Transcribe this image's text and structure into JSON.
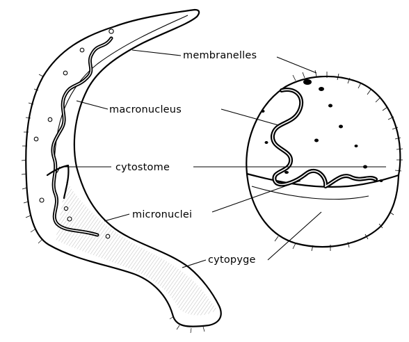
{
  "labels": {
    "membranelles": "membranelles",
    "macronucleus": "macronucleus",
    "cytostome": "cytostome",
    "micronuclei": "micronuclei",
    "cytopyge": "cytopyge"
  }
}
